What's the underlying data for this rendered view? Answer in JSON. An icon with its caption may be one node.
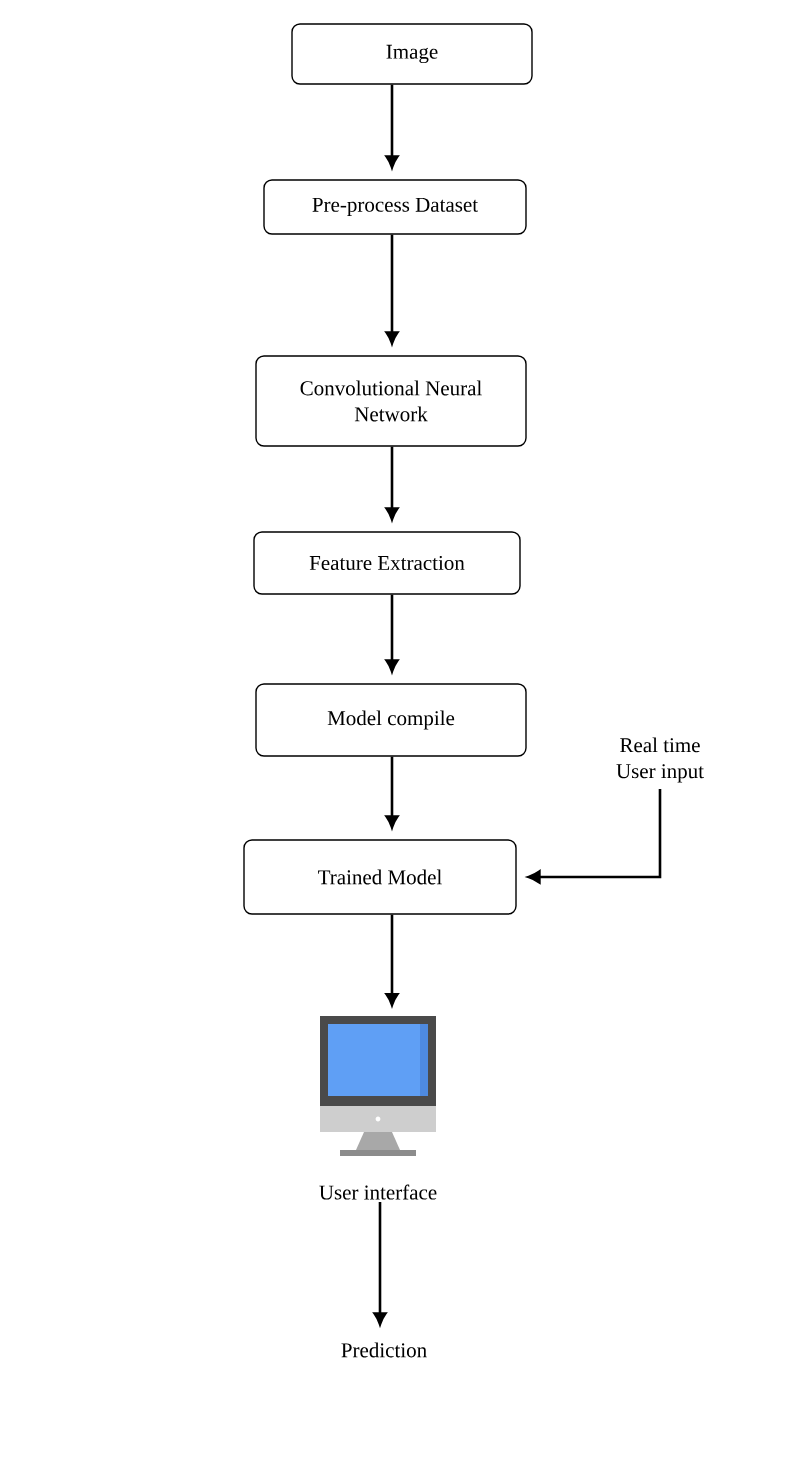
{
  "diagram": {
    "nodes": [
      {
        "text": [
          "Image"
        ]
      },
      {
        "text": [
          "Pre-process Dataset"
        ]
      },
      {
        "text": [
          "Convolutional Neural Network"
        ]
      },
      {
        "text": [
          "Feature Extraction"
        ]
      },
      {
        "text": [
          "Model compile"
        ]
      },
      {
        "text": [
          "Trained Model"
        ]
      },
      {
        "text": [
          "Real time User input"
        ]
      },
      {
        "text": [
          "User interface"
        ]
      },
      {
        "text": [
          "Prediction"
        ]
      }
    ],
    "edges": [
      {
        "from": 0,
        "to": 1,
        "arrow": "to"
      },
      {
        "from": 1,
        "to": 2,
        "arrow": "to"
      },
      {
        "from": 2,
        "to": 3,
        "arrow": "to"
      },
      {
        "from": 3,
        "to": 4,
        "arrow": "to"
      },
      {
        "from": 4,
        "to": 5,
        "arrow": "to"
      },
      {
        "from": 6,
        "to": 5,
        "arrow": "to"
      },
      {
        "from": 5,
        "to": 7,
        "arrow": "to"
      },
      {
        "from": 7,
        "to": 8,
        "arrow": "to"
      }
    ]
  }
}
